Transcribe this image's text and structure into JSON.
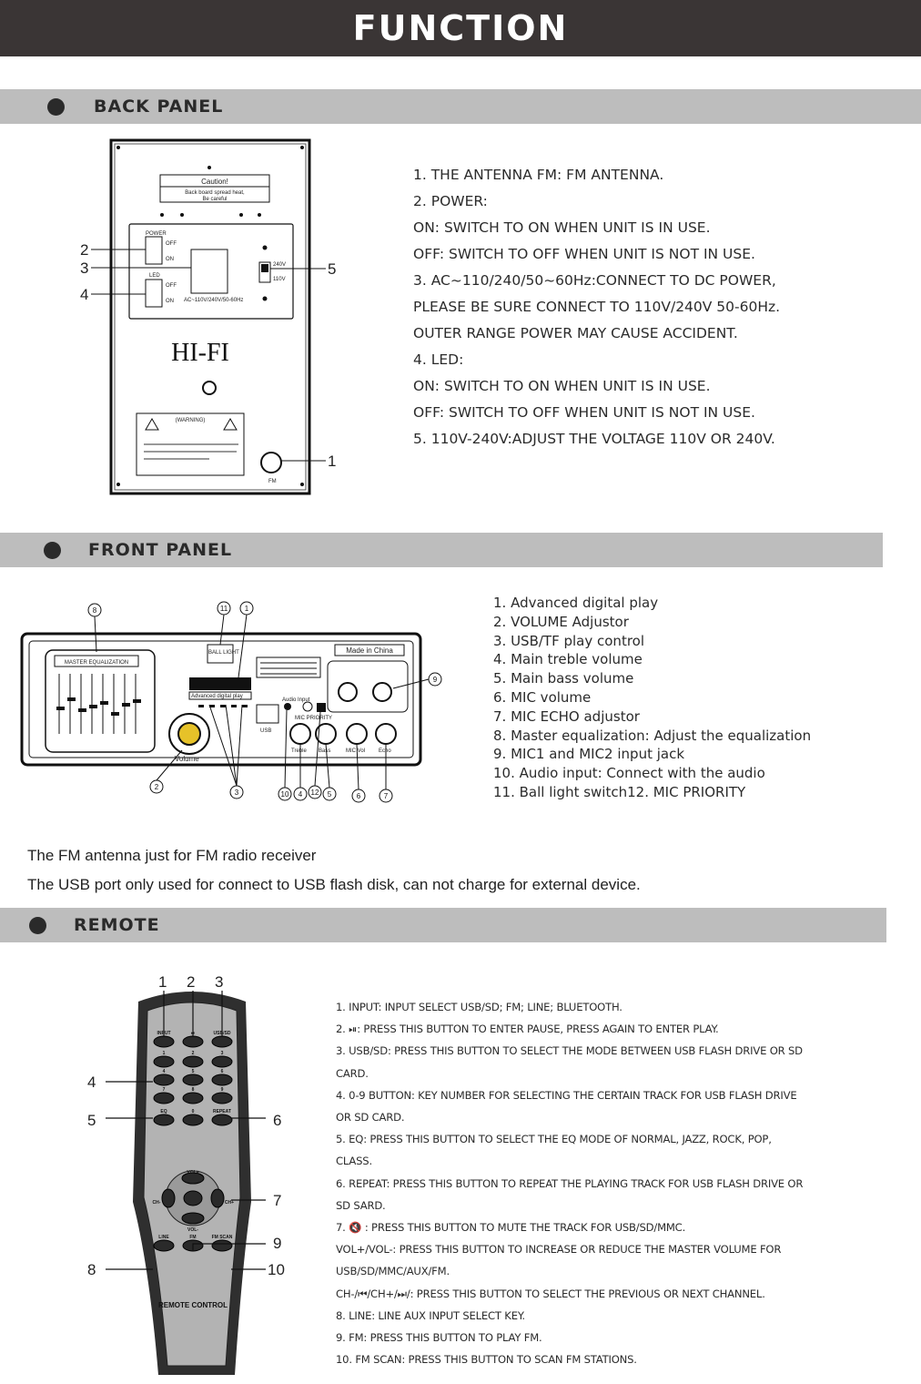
{
  "title": "FUNCTION",
  "sections": {
    "back_panel": "BACK PANEL",
    "front_panel": "FRONT PANEL",
    "remote": "REMOTE"
  },
  "back_panel": {
    "items": [
      "1. THE ANTENNA FM: FM ANTENNA.",
      "2. POWER:",
      "ON: SWITCH TO ON WHEN UNIT IS IN USE.",
      "OFF: SWITCH TO OFF WHEN UNIT IS NOT IN USE.",
      "3. AC~110/240/50~60Hz:CONNECT TO DC POWER,",
      "PLEASE BE SURE CONNECT TO 110V/240V 50-60Hz.",
      "OUTER RANGE POWER MAY CAUSE ACCIDENT.",
      "4. LED:",
      "ON: SWITCH TO ON WHEN UNIT IS IN USE.",
      "OFF: SWITCH TO OFF WHEN UNIT IS NOT IN USE.",
      "5. 110V-240V:ADJUST THE VOLTAGE 110V OR 240V."
    ],
    "figure": {
      "caution_title": "Caution!",
      "caution_text_1": "Back board spread heat,",
      "caution_text_2": "Be careful",
      "brand": "HI-FI",
      "warning": "(WARNING)",
      "power_label": "POWER",
      "led_label": "LED",
      "off": "OFF",
      "on": "ON",
      "ac_label": "AC~110V/240V/50-60Hz",
      "v240": "240V",
      "v110": "110V",
      "fm": "FM",
      "callouts": [
        "1",
        "2",
        "3",
        "4",
        "5"
      ]
    }
  },
  "front_panel": {
    "items": [
      "1. Advanced digital play",
      "2. VOLUME Adjustor",
      "3. USB/TF play control",
      "4. Main treble volume",
      "5. Main bass volume",
      "6. MIC volume",
      "7. MIC ECHO adjustor",
      "8. Master equalization: Adjust the equalization",
      "9. MIC1 and MIC2 input jack",
      "10. Audio input: Connect with the audio",
      "11. Ball light switch12. MIC PRIORITY"
    ],
    "figure": {
      "eq_label": "MASTER EQUALIZATION",
      "made_in": "Made in China",
      "volume": "Volume",
      "usb": "USB",
      "audio_input": "Audio Input",
      "mic_priority": "MIC PRIORITY",
      "ball_light": "BALL LIGHT",
      "adp": "Advanced digital play",
      "knob_labels": [
        "Treble",
        "Bass",
        "MIC Vol",
        "Echo"
      ],
      "callouts": [
        "1",
        "2",
        "3",
        "4",
        "5",
        "6",
        "7",
        "8",
        "9",
        "10",
        "11",
        "12"
      ]
    }
  },
  "notes": [
    "The FM antenna just for FM radio receiver",
    "The USB port only used for connect to USB flash disk, can not charge for external device."
  ],
  "remote": {
    "items": [
      "1. INPUT: INPUT SELECT USB/SD; FM; LINE; BLUETOOTH.",
      "2. ⏯: PRESS THIS BUTTON TO ENTER PAUSE, PRESS AGAIN TO ENTER PLAY.",
      "3. USB/SD: PRESS THIS BUTTON TO SELECT THE MODE BETWEEN USB FLASH DRIVE OR SD",
      "CARD.",
      "4. 0-9 BUTTON: KEY NUMBER FOR SELECTING THE CERTAIN TRACK FOR USB FLASH DRIVE",
      "OR SD CARD.",
      "5. EQ: PRESS THIS BUTTON TO SELECT THE EQ MODE OF NORMAL, JAZZ, ROCK, POP,",
      "CLASS.",
      "6. REPEAT: PRESS THIS BUTTON TO REPEAT THE PLAYING TRACK FOR USB FLASH DRIVE OR",
      "SD SARD.",
      "7. 🔇 : PRESS THIS BUTTON TO MUTE THE TRACK FOR USB/SD/MMC.",
      "VOL+/VOL-: PRESS THIS BUTTON TO INCREASE OR REDUCE THE MASTER VOLUME FOR",
      "USB/SD/MMC/AUX/FM.",
      "CH-/⏮/CH+/⏭/: PRESS THIS BUTTON TO SELECT THE PREVIOUS OR NEXT CHANNEL.",
      "8. LINE: LINE AUX INPUT SELECT KEY.",
      "9. FM: PRESS THIS BUTTON TO PLAY FM.",
      "10. FM SCAN: PRESS THIS BUTTON TO SCAN FM STATIONS."
    ],
    "figure": {
      "brand": "REMOTE CONTROL",
      "top_buttons": [
        "INPUT",
        "⏯",
        "USB/SD"
      ],
      "digits": [
        "1",
        "2",
        "3",
        "4",
        "5",
        "6",
        "7",
        "8",
        "9"
      ],
      "eq": "EQ",
      "zero": "0",
      "repeat": "REPEAT",
      "vol_plus": "VOL+",
      "vol_minus": "VOL-",
      "ch_minus": "CH-",
      "ch_plus": "CH+",
      "bottom_buttons": [
        "LINE",
        "FM",
        "FM SCAN"
      ],
      "callouts": [
        "1",
        "2",
        "3",
        "4",
        "5",
        "6",
        "7",
        "8",
        "9",
        "10"
      ]
    }
  }
}
